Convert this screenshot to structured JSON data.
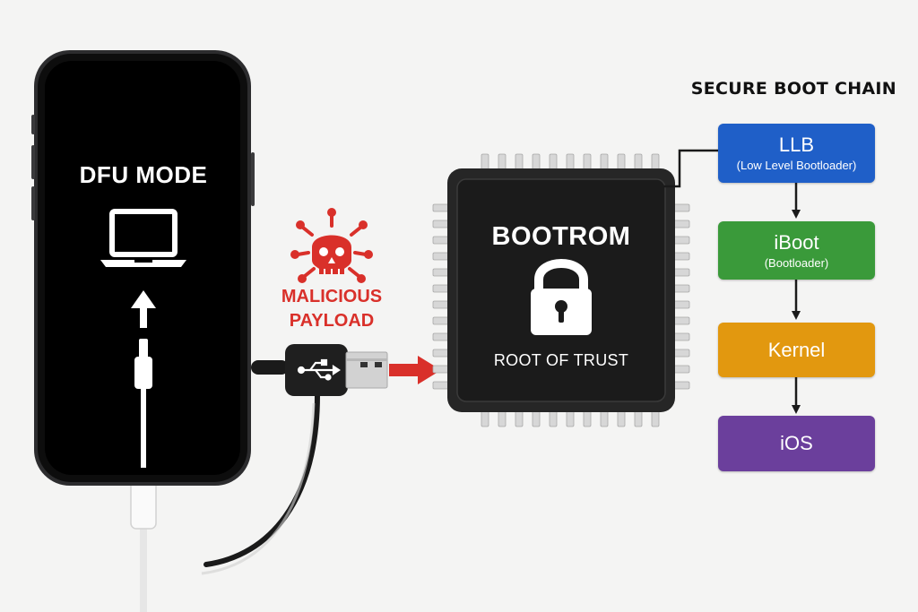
{
  "phone": {
    "mode_label": "DFU MODE",
    "icons": [
      "laptop-icon",
      "up-arrow-icon",
      "lightning-connector-icon"
    ]
  },
  "payload": {
    "label_line1": "MALICIOUS",
    "label_line2": "PAYLOAD",
    "icon": "skull-virus-icon",
    "color": "#d9302a"
  },
  "usb": {
    "icon": "usb-symbol-icon"
  },
  "chip": {
    "title": "BOOTROM",
    "subtitle": "ROOT OF TRUST",
    "icon": "padlock-icon"
  },
  "boot_chain": {
    "title": "SECURE BOOT CHAIN",
    "stages": [
      {
        "name": "LLB",
        "description": "(Low Level Bootloader)",
        "color": "#1f5fc8"
      },
      {
        "name": "iBoot",
        "description": "(Bootloader)",
        "color": "#3a9a3a"
      },
      {
        "name": "Kernel",
        "description": "",
        "color": "#e2980f"
      },
      {
        "name": "iOS",
        "description": "",
        "color": "#6b3f9c"
      }
    ]
  }
}
